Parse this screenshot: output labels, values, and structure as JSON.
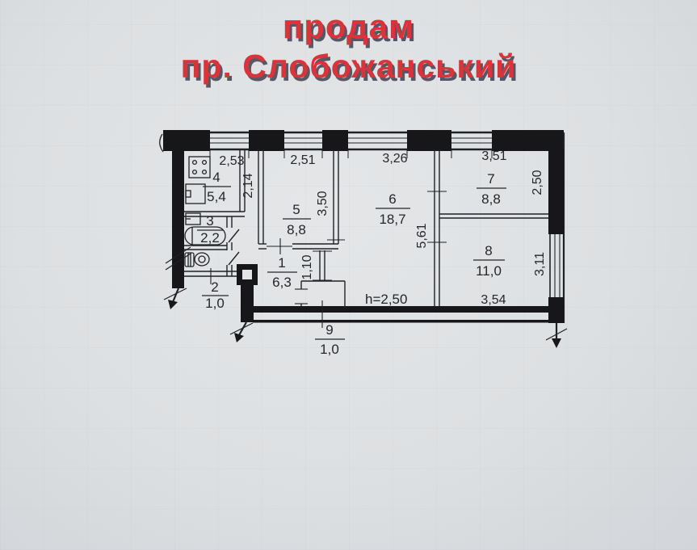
{
  "title": {
    "line1": "продам",
    "line2": "пр. Слобожанський"
  },
  "plan": {
    "height_note": "h=2,50",
    "rooms": {
      "hallway": {
        "number": "1",
        "area": "6,3"
      },
      "toilet": {
        "number": "2",
        "area": "1,0"
      },
      "bathroom": {
        "number": "3",
        "area": "2,2"
      },
      "kitchen": {
        "number": "4",
        "area": "5,4"
      },
      "room5": {
        "number": "5",
        "area": "8,8"
      },
      "living": {
        "number": "6",
        "area": "18,7"
      },
      "room7": {
        "number": "7",
        "area": "8,8"
      },
      "room8": {
        "number": "8",
        "area": "11,0"
      },
      "balcony": {
        "number": "9",
        "area": "1,0"
      }
    },
    "dimensions": {
      "kitchen_width": "2,53",
      "room5_width": "2,51",
      "living_width": "3,26",
      "room7_width": "3,51",
      "kitchen_depth": "2,14",
      "room5_depth": "3,50",
      "living_depth": "5,61",
      "room7_depth": "2,50",
      "room8_window": "3,11",
      "room8_width": "3,54",
      "corridor_width": "1,10"
    }
  },
  "colors": {
    "title_red": "#d9343a",
    "ink": "#1f2024",
    "paper": "#dde0e2"
  }
}
